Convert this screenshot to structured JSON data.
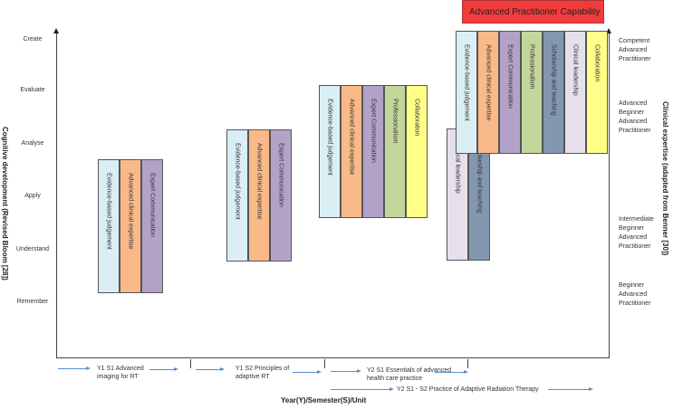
{
  "banner": {
    "label": "Advanced Practitioner Capability",
    "color": "#f23c3c"
  },
  "left_axis": {
    "title": "Cognitive development (Revised Bloom [28])",
    "levels": [
      "Create",
      "Evaluate",
      "Analyse",
      "Apply",
      "Understand",
      "Remember"
    ]
  },
  "right_axis": {
    "title": "Clinical expertise (adapted from Benner [30])",
    "levels": [
      [
        "Competent",
        "Advanced",
        "Practitioner"
      ],
      [
        "Advanced",
        "Beginner",
        "Advanced",
        "Practitioner"
      ],
      [
        "Intermediate",
        "Beginner",
        "Advanced",
        "Practitioner"
      ],
      [
        "Beginner",
        "Advanced",
        "Practitioner"
      ]
    ]
  },
  "x_axis": {
    "title": "Year(Y)/Semester(S)/Unit"
  },
  "units": [
    {
      "line1": "Y1 S1 Advanced",
      "line2": "imaging for RT"
    },
    {
      "line1": "Y1 S2 Principles of",
      "line2": "adaptive RT"
    },
    {
      "line1": "Y2 S1 Essentials of advanced",
      "line2": "health care practice"
    },
    {
      "line1": "Y2 S1 - S2 Practice of Adaptive Radiation Therapy",
      "line2": ""
    }
  ],
  "colors": {
    "Evidence-based judgement": "#dbeef4",
    "Advanced clinical expertise": "#f9b989",
    "Expert Communication": "#b3a2c7",
    "Professionalism": "#c3d69b",
    "Collaboration": "#ffff88",
    "Clinical leadership": "#e6e0ec",
    "Scholarship and teaching": "#8497b0",
    "arrow": "#5b8fc9"
  },
  "groups": [
    {
      "bars": [
        "Evidence-based judgement",
        "Advanced clinical expertise",
        "Expert Communication"
      ]
    },
    {
      "bars": [
        "Evidence-based judgement",
        "Advanced clinical expertise",
        "Expert Communication"
      ]
    },
    {
      "bars": [
        "Evidence-based judgement",
        "Advanced clinical expertise",
        "Expert Communication",
        "Professionalism",
        "Collaboration"
      ]
    },
    {
      "bars": [
        "Clinical leadership",
        "Scholarship and teaching"
      ]
    },
    {
      "bars": [
        "Evidence-based judgement",
        "Advanced clinical expertise",
        "Expert Communication",
        "Professionalism",
        "Scholarship and teaching",
        "Clinical leadership",
        "Collaboration"
      ]
    }
  ]
}
